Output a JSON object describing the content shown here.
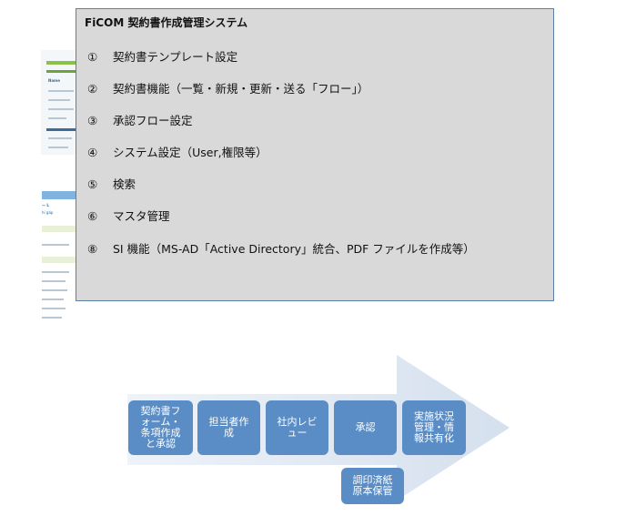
{
  "info": {
    "title": "FiCOM 契約書作成管理システム",
    "items": [
      {
        "num": "①",
        "text": "契約書テンプレート設定"
      },
      {
        "num": "②",
        "text": "契約書機能（一覧・新規・更新・送る「フロー」）"
      },
      {
        "num": "③",
        "text": "承認フロー設定"
      },
      {
        "num": "④",
        "text": "システム設定（User,権限等）"
      },
      {
        "num": "⑤",
        "text": "検索"
      },
      {
        "num": "⑥",
        "text": "マスタ管理"
      },
      {
        "num": "⑧",
        "text": "SI 機能（MS-AD「Active Directory」統合、PDF ファイルを作成等）"
      }
    ]
  },
  "flow": {
    "steps": [
      "契約書フ\nォーム・\n条項作成\nと承認",
      "担当者作\n成",
      "社内レビ\nュー",
      "承認",
      "実施状況\n管理・情\n報共有化"
    ],
    "sub_step": "調印済紙\n原本保管"
  },
  "colors": {
    "box_bg": "#d9d9d9",
    "box_border": "#5b7fa8",
    "step_fill": "#5a8dc6",
    "arrow_fill": "#dbe5f1"
  }
}
